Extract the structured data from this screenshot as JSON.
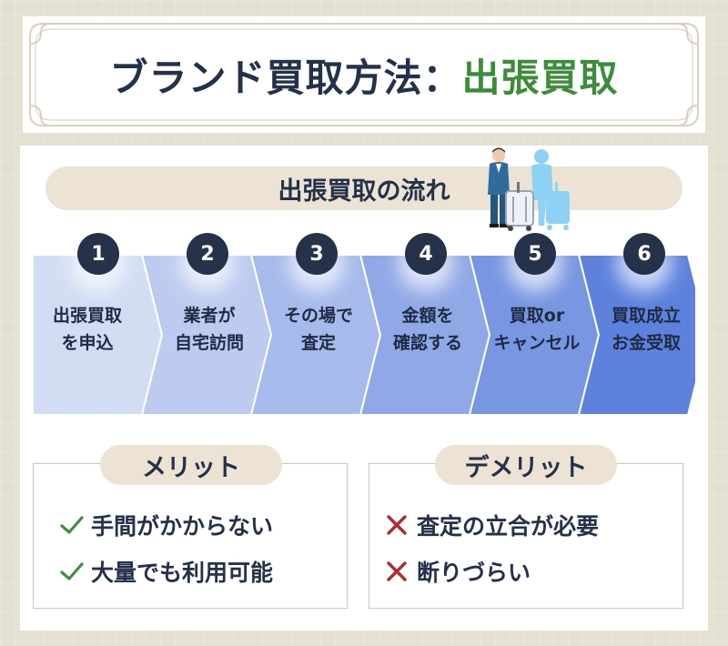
{
  "title": {
    "main": "ブランド買取方法",
    "colon": "：",
    "accent": "出張買取"
  },
  "flow": {
    "heading": "出張買取の流れ",
    "steps": [
      {
        "number": "1",
        "label": "出張買取\nを申込"
      },
      {
        "number": "2",
        "label": "業者が\n自宅訪問"
      },
      {
        "number": "3",
        "label": "その場で\n査定"
      },
      {
        "number": "4",
        "label": "金額を\n確認する"
      },
      {
        "number": "5",
        "label": "買取or\nキャンセル"
      },
      {
        "number": "6",
        "label": "買取成立\nお金受取"
      }
    ]
  },
  "merit": {
    "title": "メリット",
    "items": [
      "手間がかからない",
      "大量でも利用可能"
    ]
  },
  "demerit": {
    "title": "デメリット",
    "items": [
      "査定の立合が必要",
      "断りづらい"
    ]
  },
  "colors": {
    "navy": "#23324a",
    "accent_green": "#3b8d3a",
    "beige": "#ece3d4",
    "check": "#3f8f3c",
    "cross": "#b22b2b",
    "step_gradient": [
      "#d2ddf3",
      "#bccbef",
      "#a6baeb",
      "#90a8e6",
      "#7896e1",
      "#5d81dc"
    ]
  },
  "icons": [
    "check-icon",
    "cross-icon",
    "traveler-with-suitcase-icon"
  ]
}
